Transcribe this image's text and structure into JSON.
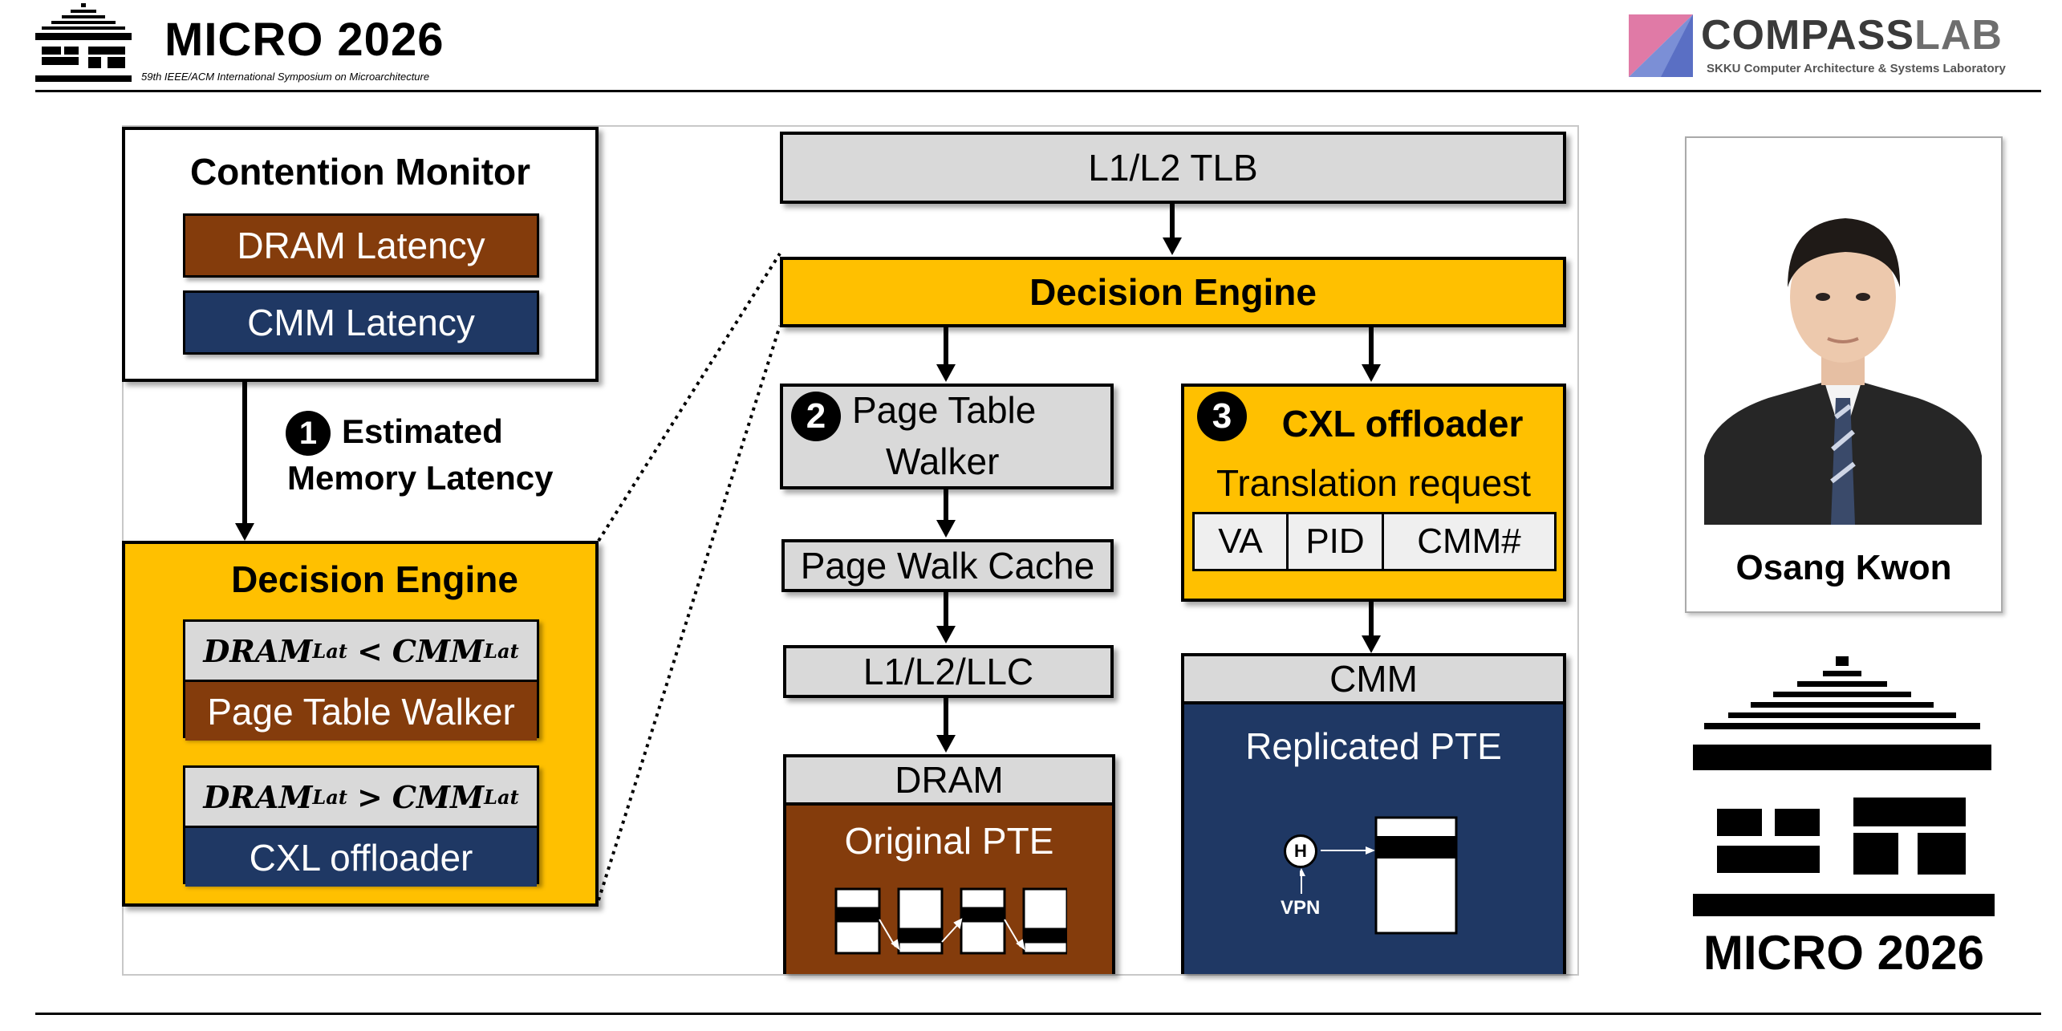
{
  "header": {
    "conference_title": "MICRO 2026",
    "conference_subtitle": "59th IEEE/ACM International Symposium on Microarchitecture",
    "lab_name_part1": "COMPASS",
    "lab_name_part2": "LAB",
    "lab_subtitle": "SKKU Computer Architecture & Systems Laboratory"
  },
  "left": {
    "contention_monitor": {
      "title": "Contention Monitor",
      "dram_latency": "DRAM Latency",
      "cmm_latency": "CMM Latency"
    },
    "step1": {
      "number": "1",
      "line1": "Estimated",
      "line2": "Memory Latency"
    },
    "decision_engine": {
      "title": "Decision Engine",
      "cond1": {
        "lhs": "DRAM",
        "lhs_sub": "Lat",
        "op": "<",
        "rhs": "CMM",
        "rhs_sub": "Lat",
        "target": "Page Table Walker"
      },
      "cond2": {
        "lhs": "DRAM",
        "lhs_sub": "Lat",
        "op": ">",
        "rhs": "CMM",
        "rhs_sub": "Lat",
        "target": "CXL offloader"
      }
    }
  },
  "detail": {
    "tlb": "L1/L2 TLB",
    "decision_engine": "Decision Engine",
    "ptw": {
      "number": "2",
      "line1": "Page Table",
      "line2": "Walker"
    },
    "page_walk_cache": "Page Walk Cache",
    "cache": "L1/L2/LLC",
    "dram": {
      "label": "DRAM",
      "content": "Original PTE"
    },
    "cxl": {
      "number": "3",
      "title": "CXL offloader",
      "subtitle": "Translation request",
      "fields": [
        "VA",
        "PID",
        "CMM#"
      ]
    },
    "cmm": {
      "label": "CMM",
      "content": "Replicated PTE",
      "hash": "H",
      "vpn": "VPN"
    }
  },
  "presenter": {
    "name": "Osang Kwon"
  },
  "footer_logo": {
    "text": "MICRO 2026"
  },
  "colors": {
    "gold": "#ffc000",
    "brown": "#843c0c",
    "navy": "#1f3864",
    "grey": "#d9d9d9",
    "pink": "#e07aa6",
    "periwinkle": "#7b8fd6"
  }
}
